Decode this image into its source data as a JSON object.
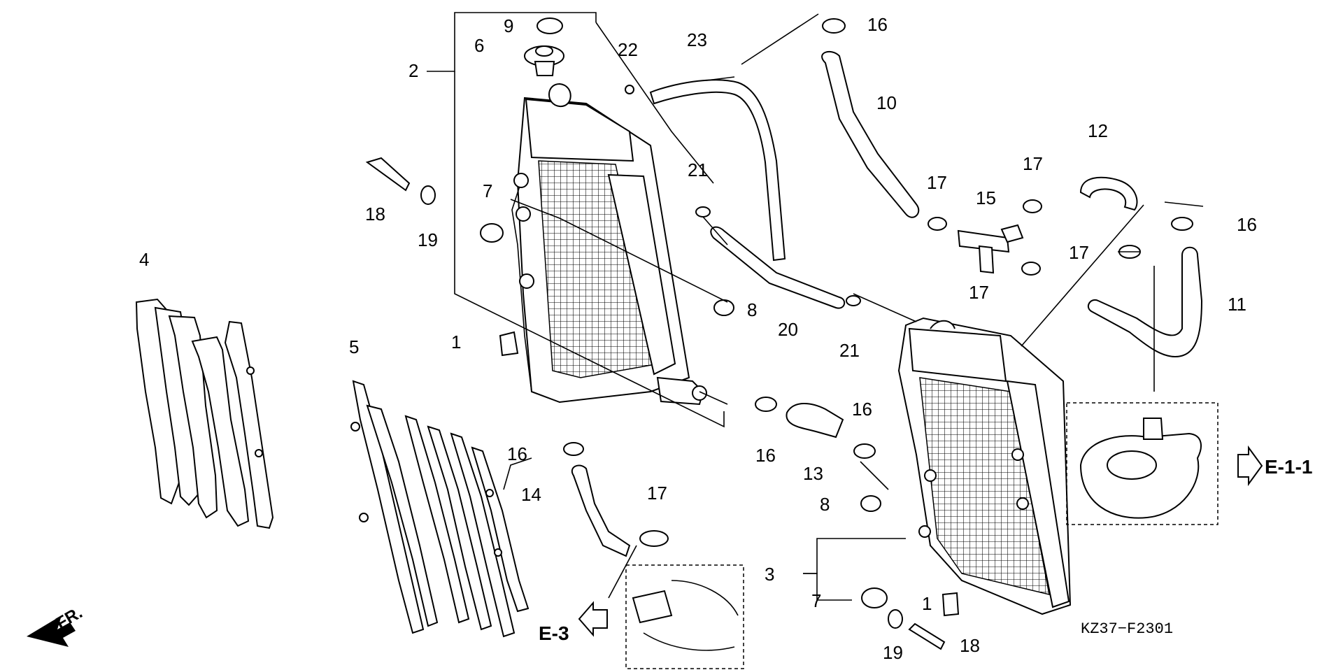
{
  "diagram_code": "KZ37−F2301",
  "direction_label": "FR.",
  "refs": {
    "engine_head_ref": "E-1-1",
    "engine_ref": "E-3"
  },
  "callouts": {
    "c1a": "1",
    "c1b": "1",
    "c2": "2",
    "c3": "3",
    "c4": "4",
    "c5": "5",
    "c6": "6",
    "c7a": "7",
    "c7b": "7",
    "c8a": "8",
    "c8b": "8",
    "c9": "9",
    "c10": "10",
    "c11": "11",
    "c12": "12",
    "c13": "13",
    "c14": "14",
    "c15": "15",
    "c16a": "16",
    "c16b": "16",
    "c16c": "16",
    "c16d": "16",
    "c16e": "16",
    "c17a": "17",
    "c17b": "17",
    "c17c": "17",
    "c17d": "17",
    "c17e": "17",
    "c18a": "18",
    "c18b": "18",
    "c19a": "19",
    "c19b": "19",
    "c20": "20",
    "c21a": "21",
    "c21b": "21",
    "c22": "22",
    "c23": "23"
  }
}
